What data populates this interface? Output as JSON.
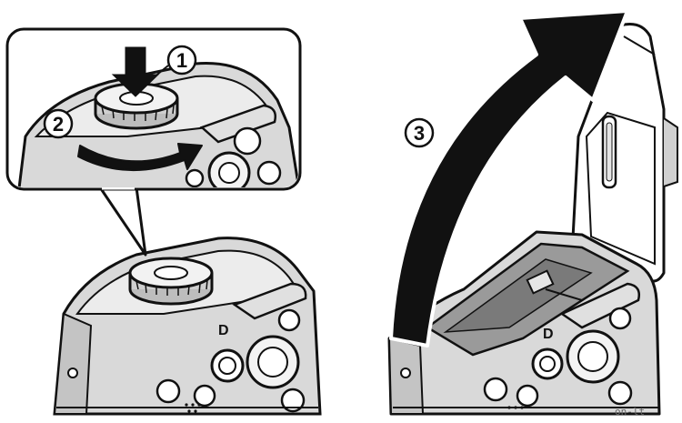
{
  "steps": [
    {
      "number": "1",
      "symbol": "①",
      "action": "press"
    },
    {
      "number": "2",
      "symbol": "②",
      "action": "rotate"
    },
    {
      "number": "3",
      "symbol": "③",
      "action": "lift-cover"
    }
  ],
  "watermark": "on-lt",
  "colors": {
    "ink": "#111111",
    "paper": "#ffffff",
    "shade_light": "#e6e6e6",
    "shade_mid": "#cfcfcf",
    "shade_dark": "#9a9a9a"
  }
}
